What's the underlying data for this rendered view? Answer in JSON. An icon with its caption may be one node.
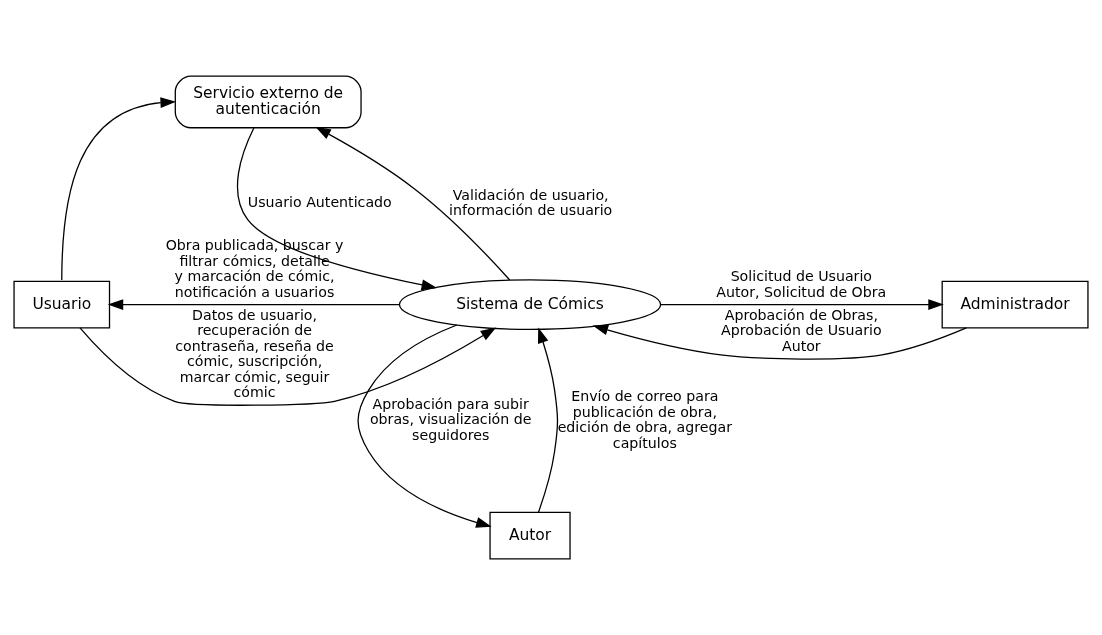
{
  "diagram": {
    "nodes": [
      {
        "text": [
          "Servicio externo de autenticación"
        ]
      },
      {
        "text": [
          "Usuario"
        ]
      },
      {
        "text": [
          "Sistema de Cómics"
        ]
      },
      {
        "text": [
          "Administrador"
        ]
      },
      {
        "text": [
          "Autor"
        ]
      }
    ],
    "edges": [
      {
        "from": 1,
        "to": 0,
        "arrow": "to"
      },
      {
        "from": 1,
        "to": 2,
        "arrow": "to",
        "label": "Datos de usuario, recuperación de contraseña, reseña de cómic, suscripción, marcar cómic, seguir cómic"
      },
      {
        "from": 0,
        "to": 2,
        "arrow": "to",
        "label": "Usuario Autenticado"
      },
      {
        "from": 2,
        "to": 0,
        "arrow": "to",
        "label": "Validación de usuario, información de usuario"
      },
      {
        "from": 2,
        "to": 3,
        "arrow": "to",
        "label": "Solicitud de Usuario Autor, Solicitud de Obra"
      },
      {
        "from": 2,
        "to": 1,
        "arrow": "to",
        "label": "Obra publicada, buscar y filtrar cómics, detalle y marcación de cómic, notificación a usuarios"
      },
      {
        "from": 3,
        "to": 2,
        "arrow": "to",
        "label": "Aprobación de Obras, Aprobación de Usuario Autor"
      },
      {
        "from": 2,
        "to": 4,
        "arrow": "to",
        "label": "Aprobación para subir obras, visualización de seguidores"
      },
      {
        "from": 4,
        "to": 2,
        "arrow": "to",
        "label": "Envío de correo para publicación de obra, edición de obra, agregar capítulos"
      }
    ]
  }
}
